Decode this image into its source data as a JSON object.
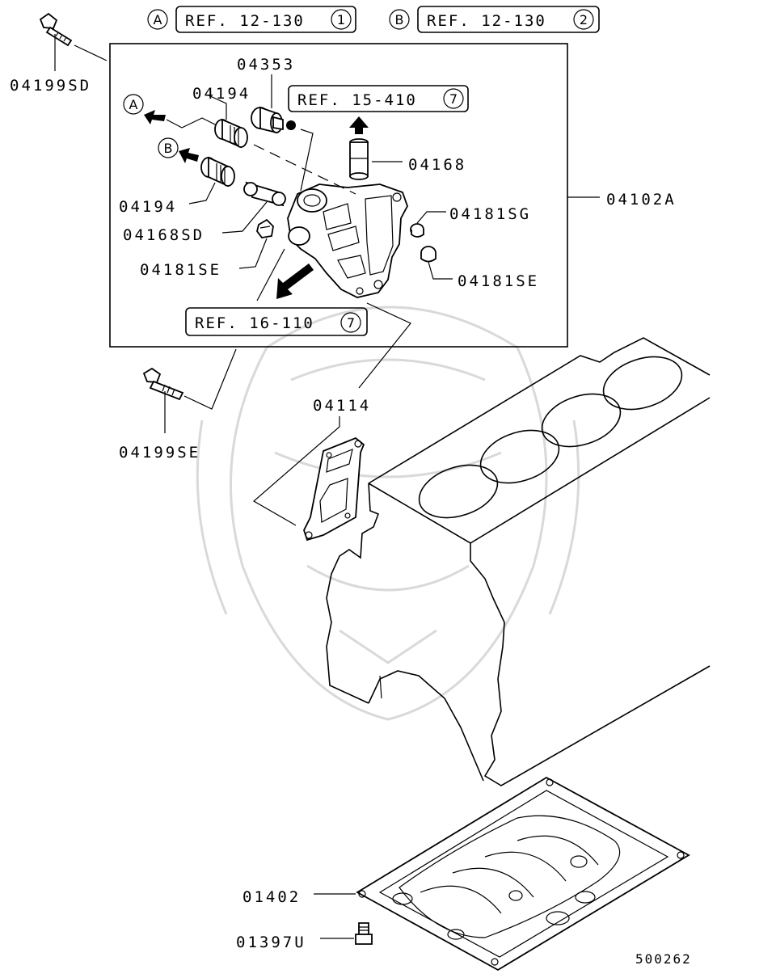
{
  "labels": {
    "p04199SD": "04199SD",
    "p04353": "04353",
    "p04194_top": "04194",
    "p04194_bottom": "04194",
    "p04168": "04168",
    "p04102A": "04102A",
    "p04181SG": "04181SG",
    "p04168SD": "04168SD",
    "p04181SE_left": "04181SE",
    "p04181SE_right": "04181SE",
    "p04199SE": "04199SE",
    "p04114": "04114",
    "p01402": "01402",
    "p01397U": "01397U",
    "diagram_code": "500262"
  },
  "refs": {
    "ref_a": {
      "marker": "A",
      "text": "REF. 12-130",
      "num": "1"
    },
    "ref_b": {
      "marker": "B",
      "text": "REF. 12-130",
      "num": "2"
    },
    "ref_15": {
      "text": "REF. 15-410",
      "num": "7"
    },
    "ref_16": {
      "text": "REF. 16-110",
      "num": "7"
    }
  },
  "markers": {
    "a": "A",
    "b": "B"
  },
  "colors": {
    "line": "#000000",
    "watermark": "#d9d9d9",
    "background": "#ffffff"
  }
}
